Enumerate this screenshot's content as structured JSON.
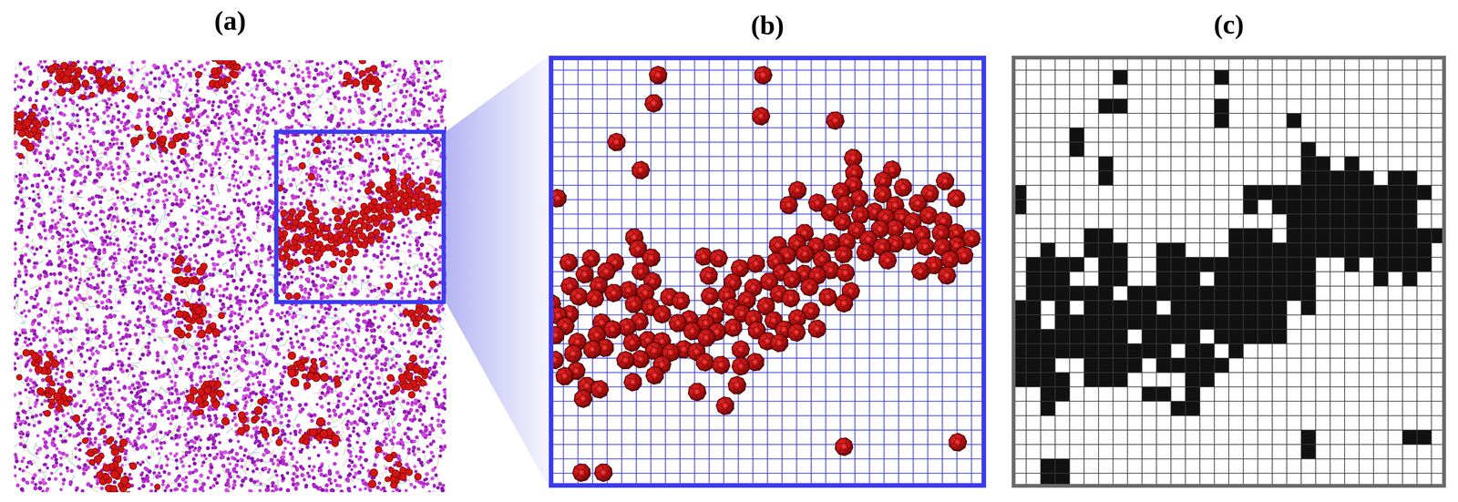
{
  "diagram": {
    "nodes": [
      {
        "text": [
          "(a)"
        ]
      },
      {
        "text": [
          "(b)"
        ]
      },
      {
        "text": [
          "(c)"
        ]
      }
    ]
  }
}
